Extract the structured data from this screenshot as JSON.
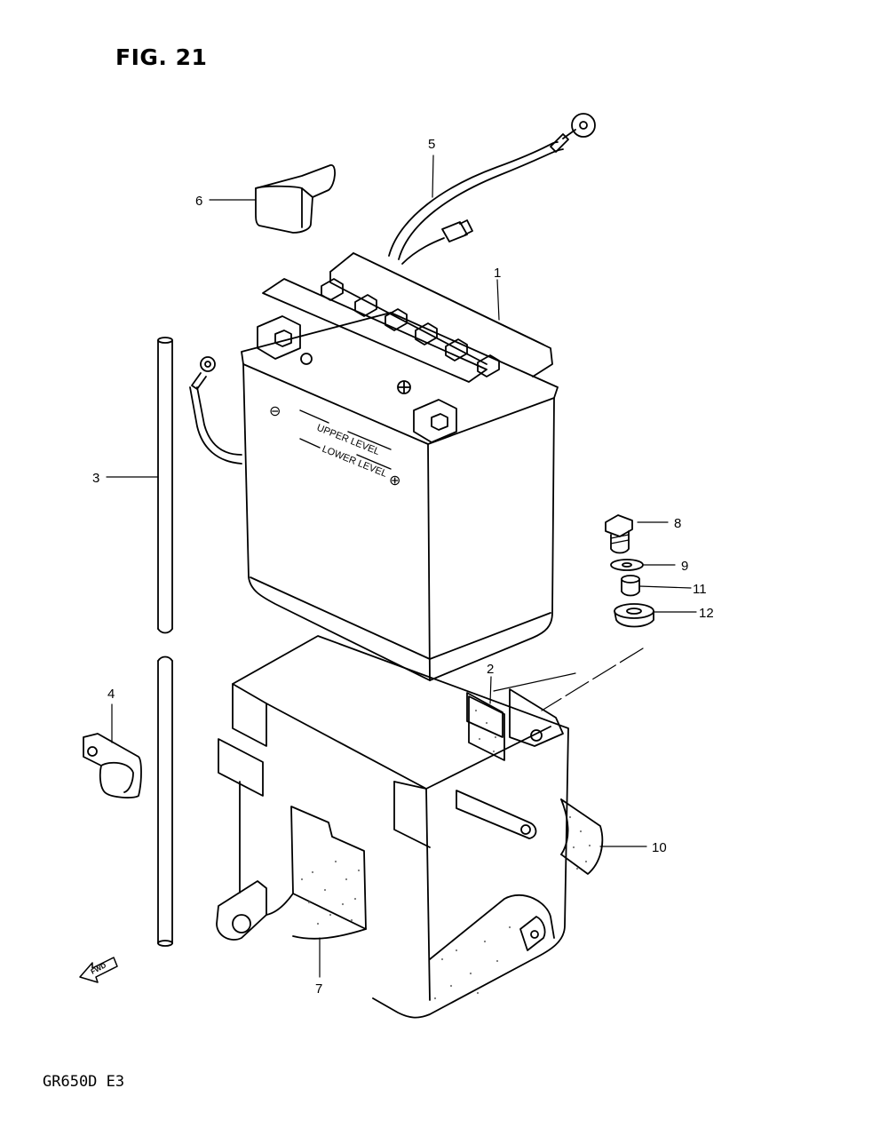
{
  "figure": {
    "title": "FIG. 21",
    "model_code": "GR650D E3"
  },
  "battery_labels": {
    "upper_level": "UPPER LEVEL",
    "lower_level": "LOWER LEVEL",
    "negative_symbol": "⊖",
    "positive_symbol": "⊕"
  },
  "fwd_arrow": {
    "label": "FWD"
  },
  "callouts": [
    {
      "number": "1",
      "part": "battery"
    },
    {
      "number": "2",
      "part": "battery-cushion"
    },
    {
      "number": "3",
      "part": "breather-hose"
    },
    {
      "number": "4",
      "part": "hose-clamp"
    },
    {
      "number": "5",
      "part": "negative-lead-wire"
    },
    {
      "number": "6",
      "part": "terminal-cover"
    },
    {
      "number": "7",
      "part": "battery-holder"
    },
    {
      "number": "8",
      "part": "bolt"
    },
    {
      "number": "9",
      "part": "washer"
    },
    {
      "number": "10",
      "part": "cushion"
    },
    {
      "number": "11",
      "part": "spacer"
    },
    {
      "number": "12",
      "part": "cushion"
    }
  ]
}
